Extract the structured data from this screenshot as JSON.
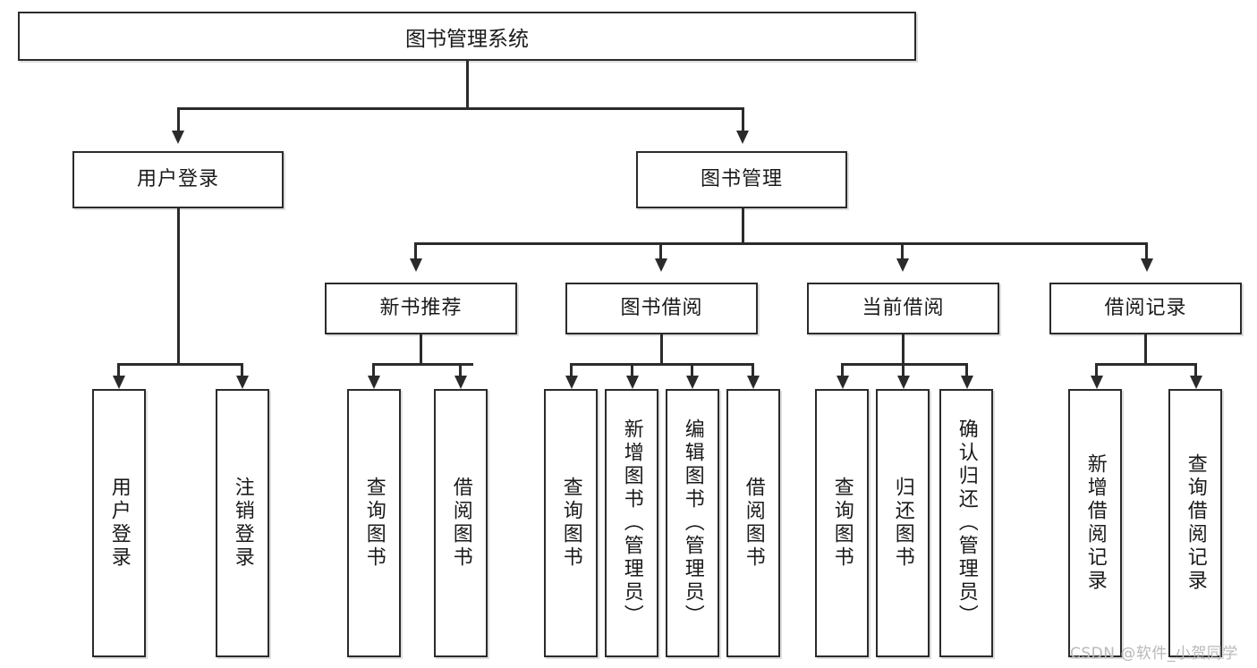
{
  "diagram": {
    "type": "tree",
    "title": "图书管理系统",
    "root": {
      "label": "图书管理系统"
    },
    "level2": [
      {
        "label": "用户登录"
      },
      {
        "label": "图书管理"
      }
    ],
    "level3": [
      {
        "label": "新书推荐"
      },
      {
        "label": "图书借阅"
      },
      {
        "label": "当前借阅"
      },
      {
        "label": "借阅记录"
      }
    ],
    "leaves": {
      "user_login": [
        {
          "label": "用户登录"
        },
        {
          "label": "注销登录"
        }
      ],
      "new_book": [
        {
          "label": "查询图书"
        },
        {
          "label": "借阅图书"
        }
      ],
      "book_borrow": [
        {
          "label": "查询图书"
        },
        {
          "label": "新增图书（管理员）"
        },
        {
          "label": "编辑图书（管理员）"
        },
        {
          "label": "借阅图书"
        }
      ],
      "current_borrow": [
        {
          "label": "查询图书"
        },
        {
          "label": "归还图书"
        },
        {
          "label": "确认归还（管理员）"
        }
      ],
      "borrow_record": [
        {
          "label": "新增借阅记录"
        },
        {
          "label": "查询借阅记录"
        }
      ]
    }
  },
  "watermark": {
    "text": "CSDN @软件_小贺同学"
  },
  "colors": {
    "stroke": "#2b2b2b",
    "fill": "#ffffff",
    "text": "#1a1a1a",
    "watermark": "#b9b9b9"
  }
}
